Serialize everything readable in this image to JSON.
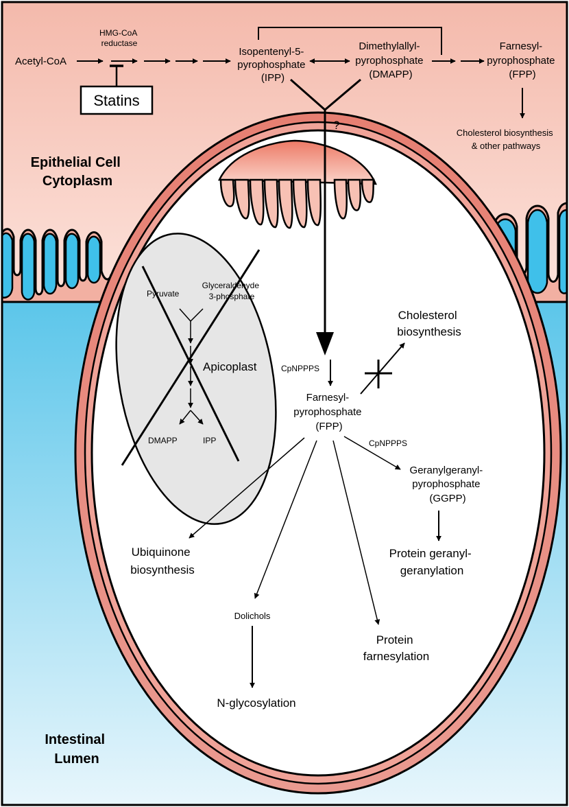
{
  "figure": {
    "regions": {
      "cytoplasm_label": [
        "Epithelial Cell",
        "Cytoplasm"
      ],
      "lumen_label": [
        "Intestinal",
        "Lumen"
      ],
      "apicoplast_label": "Apicoplast"
    },
    "host_pathway": {
      "acetyl_coa": "Acetyl-CoA",
      "hmg_coa_reductase": [
        "HMG-CoA",
        "reductase"
      ],
      "statins": "Statins",
      "ipp": [
        "Isopentenyl-5-",
        "pyrophosphate",
        "(IPP)"
      ],
      "dmapp": [
        "Dimethylallyl-",
        "pyrophosphate",
        "(DMAPP)"
      ],
      "fpp": [
        "Farnesyl-",
        "pyrophosphate",
        "(FPP)"
      ],
      "cholesterol_other": [
        "Cholesterol biosynthesis",
        "& other pathways"
      ],
      "uptake_question": "?"
    },
    "apicoplast_pathway": {
      "pyruvate": "Pyruvate",
      "g3p": [
        "Glyceraldehyde",
        "3-phosphate"
      ],
      "dmapp": "DMAPP",
      "ipp": "IPP"
    },
    "parasite_pathway": {
      "enzyme_1": "CpNPPPS",
      "fpp": [
        "Farnesyl-",
        "pyrophosphate",
        "(FPP)"
      ],
      "cholesterol": [
        "Cholesterol",
        "biosynthesis"
      ],
      "enzyme_2": "CpNPPPS",
      "ggpp": [
        "Geranylgeranyl-",
        "pyrophosphate",
        "(GGPP)"
      ],
      "protein_gg": [
        "Protein geranyl-",
        "geranylation"
      ],
      "ubiquinone": [
        "Ubiquinone",
        "biosynthesis"
      ],
      "dolichols": "Dolichols",
      "n_glycosylation": "N-glycosylation",
      "protein_farnesylation": [
        "Protein",
        "farnesylation"
      ]
    },
    "colors": {
      "cytoplasm_top": "#f4b9ab",
      "cytoplasm_bottom": "#fde6df",
      "lumen_top": "#5cc6ea",
      "lumen_bottom": "#e8f6fc",
      "villus_blue": "#3fc0ea",
      "villus_pink": "#f2b0a2",
      "membrane": "#e88f84",
      "apicoplast_fill": "#e6e6e6"
    }
  }
}
